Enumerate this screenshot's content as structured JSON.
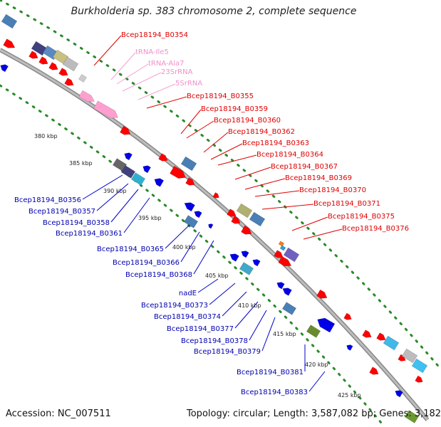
{
  "title": "Burkholderia sp. 383 chromosome 2, complete sequence",
  "footer": {
    "accession": "Accession: NC_007511",
    "summary": "Topology: circular; Length: 3,587,082 bp; Genes: 3,182"
  },
  "colors": {
    "forward_gene": "#ff0000",
    "reverse_gene": "#0000e6",
    "rna": "#ff9fcf",
    "backbone": "#999999",
    "tick_dots": "#2a8a2a"
  },
  "kbp_ticks": [
    "380 kbp",
    "385 kbp",
    "390 kbp",
    "395 kbp",
    "400 kbp",
    "405 kbp",
    "410 kbp",
    "415 kbp",
    "420 kbp",
    "425 kbp"
  ],
  "labels_forward": [
    "Bcep18194_B0354",
    "Bcep18194_B0355",
    "Bcep18194_B0359",
    "Bcep18194_B0360",
    "Bcep18194_B0362",
    "Bcep18194_B0363",
    "Bcep18194_B0364",
    "Bcep18194_B0367",
    "Bcep18194_B0369",
    "Bcep18194_B0370",
    "Bcep18194_B0371",
    "Bcep18194_B0375",
    "Bcep18194_B0376"
  ],
  "labels_rna": [
    "tRNA-Ile5",
    "tRNA-Ala7",
    "23SrRNA",
    "5SrRNA"
  ],
  "labels_reverse": [
    "Bcep18194_B0356",
    "Bcep18194_B0357",
    "Bcep18194_B0358",
    "Bcep18194_B0361",
    "Bcep18194_B0365",
    "Bcep18194_B0366",
    "Bcep18194_B0368",
    "nadE",
    "Bcep18194_B0373",
    "Bcep18194_B0374",
    "Bcep18194_B0377",
    "Bcep18194_B0378",
    "Bcep18194_B0379",
    "Bcep18194_B0381",
    "Bcep18194_B0383"
  ]
}
